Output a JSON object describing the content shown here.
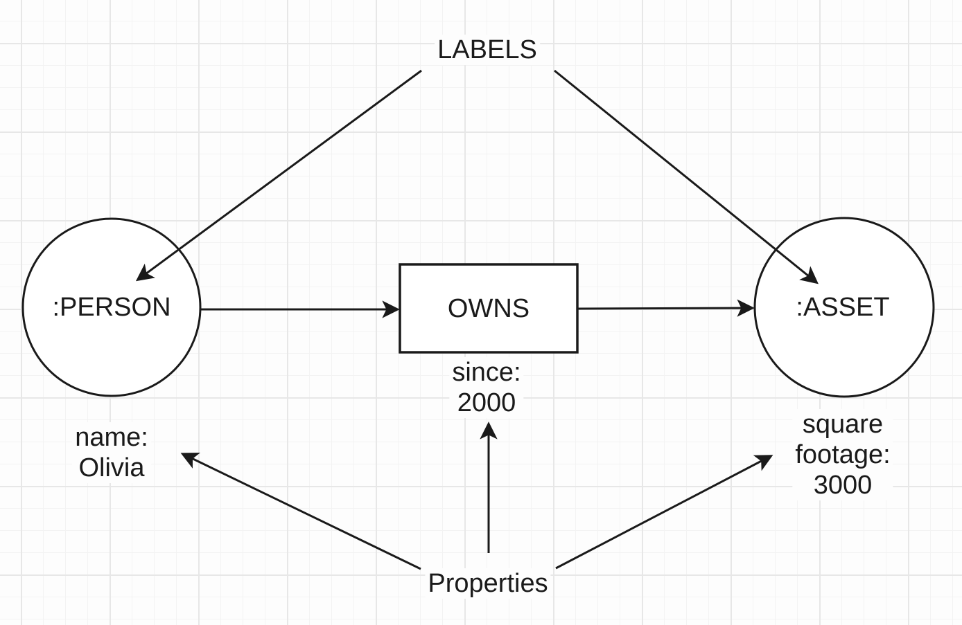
{
  "titles": {
    "labels": "LABELS",
    "properties": "Properties"
  },
  "nodes": {
    "person": {
      "label": ":PERSON"
    },
    "asset": {
      "label": ":ASSET"
    }
  },
  "relationship": {
    "label": "OWNS"
  },
  "property_values": {
    "person": [
      "name:",
      "Olivia"
    ],
    "relationship": [
      "since:",
      "2000"
    ],
    "asset": [
      "square",
      "footage:",
      "3000"
    ]
  },
  "colors": {
    "stroke": "#1a1a1a",
    "text": "#1a1a1a",
    "background": "#fdfdfd",
    "grid_minor": "#f3f3f3",
    "grid_major": "#e7e7e7"
  }
}
